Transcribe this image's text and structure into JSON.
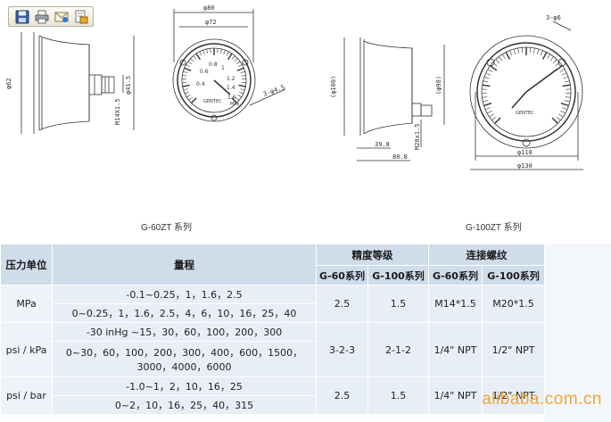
{
  "toolbar": {
    "buttons": [
      {
        "icon": "save-icon"
      },
      {
        "icon": "print-icon"
      },
      {
        "icon": "email-icon"
      },
      {
        "icon": "print-preview-icon"
      }
    ]
  },
  "drawing_left": {
    "dim_outer": "φ80",
    "dim_inner": "φ72",
    "dim_height": "φ62",
    "dim_stem": "φ41.5",
    "dim_thread": "M14X1.5",
    "dim_holes": "3-φ4.5",
    "dial_labels": [
      "0.4",
      "0.6",
      "0.8",
      "1",
      "1.2",
      "1.4",
      "1.6"
    ],
    "brand": "GENTEC",
    "unit": "MPa",
    "caption": "G-60ZT 系列"
  },
  "drawing_right": {
    "dim_holes": "3-φ6",
    "dim_height": "(φ100)",
    "dim_inner_h": "(φ98)",
    "dim_thread": "M20x1.5",
    "dim_depth1": "39.8",
    "dim_depth2": "80.8",
    "dim_118": "φ118",
    "dim_130": "φ130",
    "brand": "GENTEC",
    "caption": "G-100ZT 系列"
  },
  "table": {
    "header_unit": "压力单位",
    "header_range": "量程",
    "header_accuracy": "精度等级",
    "header_thread": "连接螺纹",
    "sub_g60": "G-60系列",
    "sub_g100": "G-100系列",
    "rows": [
      {
        "unit": "MPa",
        "ranges": [
          "-0.1~0.25，1，1.6，2.5",
          "0~0.25，1，1.6，2.5，4，6，10，16，25，40"
        ],
        "acc60": "2.5",
        "acc100": "1.5",
        "th60": "M14*1.5",
        "th100": "M20*1.5"
      },
      {
        "unit": "psi / kPa",
        "ranges": [
          "-30 inHg ~15，30，60，100，200，300",
          "0~30，60，100，200，300，400，600，1500，3000，4000，6000"
        ],
        "acc60": "3-2-3",
        "acc100": "2-1-2",
        "th60": "1/4\" NPT",
        "th100": "1/2\" NPT"
      },
      {
        "unit": "psi / bar",
        "ranges": [
          "-1.0~1，2，10，16，25",
          "0~2，10，16，25，40，315"
        ],
        "acc60": "2.5",
        "acc100": "1.5",
        "th60": "1/4\" NPT",
        "th100": "1/2\" NPT"
      }
    ]
  },
  "watermark": "alibaba.com.cn"
}
